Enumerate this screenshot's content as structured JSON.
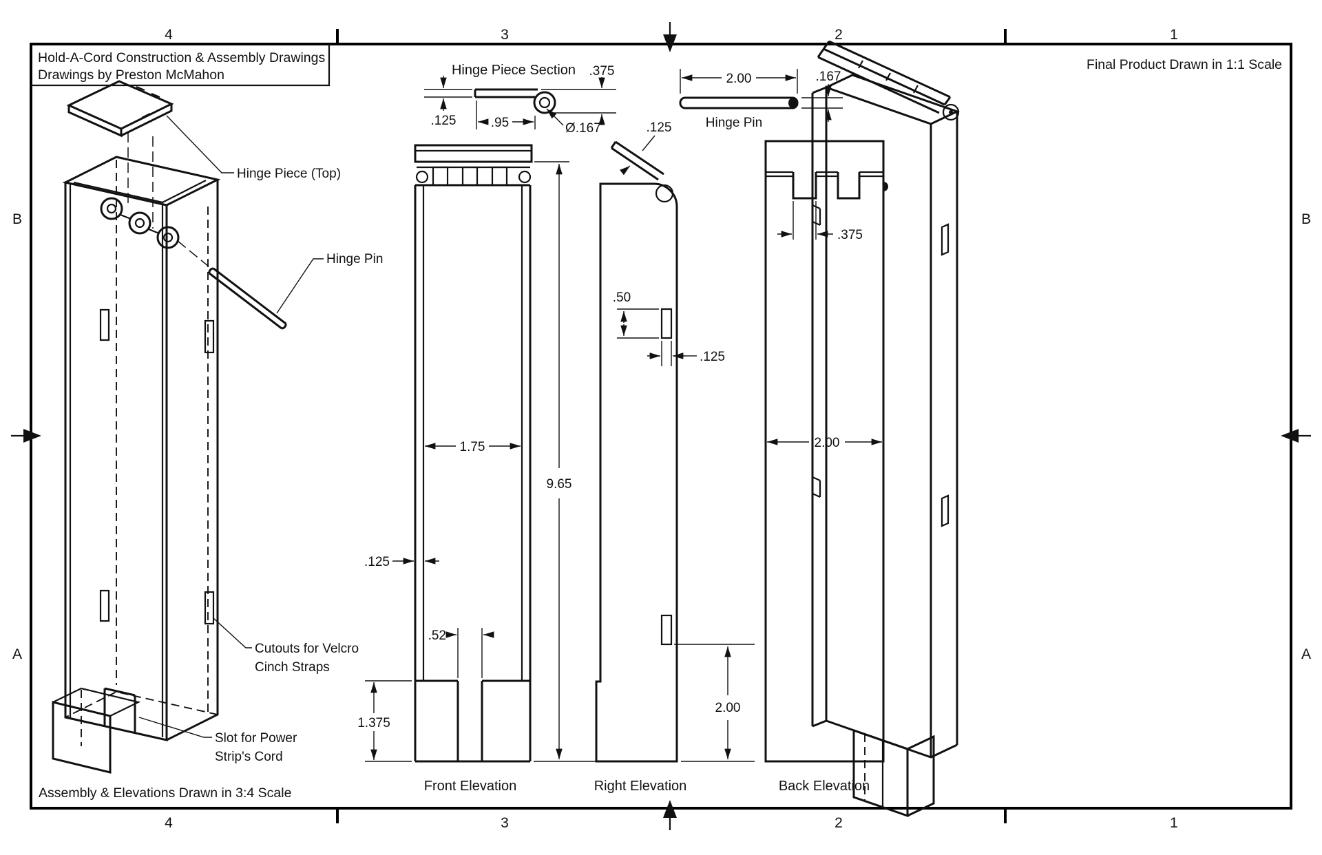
{
  "sheet": {
    "title_block": {
      "line1": "Hold-A-Cord Construction & Assembly Drawings",
      "line2": "Drawings by Preston McMahon"
    },
    "notes": {
      "final_product_scale": "Final Product Drawn in 1:1 Scale",
      "assembly_scale": "Assembly & Elevations Drawn in 3:4 Scale"
    },
    "zones": {
      "columns": [
        "4",
        "3",
        "2",
        "1"
      ],
      "rows": [
        "B",
        "A"
      ]
    },
    "line_color": "#111111",
    "background_color": "#ffffff"
  },
  "assembly_view": {
    "callouts": {
      "hinge_piece_top": "Hinge Piece (Top)",
      "hinge_pin": "Hinge Pin",
      "velcro_line1": "Cutouts for Velcro",
      "velcro_line2": "Cinch Straps",
      "cord_slot_line1": "Slot for Power",
      "cord_slot_line2": "Strip's Cord"
    }
  },
  "hinge_section": {
    "title": "Hinge Piece Section",
    "dims": {
      "plate_thickness": ".125",
      "plate_length": ".95",
      "knuckle_height": ".375",
      "pin_hole_dia": "Ø.167"
    }
  },
  "hinge_pin_detail": {
    "label": "Hinge Pin",
    "dims": {
      "length": "2.00",
      "diameter": ".167"
    }
  },
  "front_elevation": {
    "title": "Front Elevation",
    "dims": {
      "inner_width": "1.75",
      "overall_height": "9.65",
      "wall_thickness": ".125",
      "slot_width": ".52",
      "base_height": "1.375"
    }
  },
  "right_elevation": {
    "title": "Right Elevation",
    "dims": {
      "lid_thickness": ".125",
      "cutout_height": ".50",
      "cutout_width": ".125",
      "cutout_to_bottom": "2.00"
    }
  },
  "back_elevation": {
    "title": "Back Elevation",
    "dims": {
      "notch_width": ".375",
      "overall_width": "2.00"
    }
  }
}
